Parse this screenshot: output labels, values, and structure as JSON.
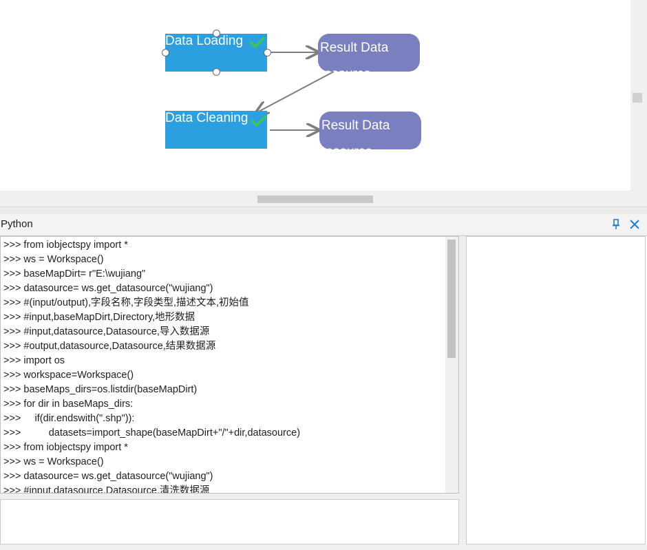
{
  "workflow": {
    "nodes": [
      {
        "id": "loading",
        "label": "Data Loading",
        "kind": "process",
        "status": "check"
      },
      {
        "id": "result1",
        "label": "Result Data resource",
        "kind": "result"
      },
      {
        "id": "cleaning",
        "label": "Data Cleaning",
        "kind": "process",
        "status": "check"
      },
      {
        "id": "result2",
        "label": "Result Data resource",
        "kind": "result"
      }
    ],
    "colors": {
      "process": "#2b9fdf",
      "result": "#7a7fbf",
      "check": "#3cc45c",
      "connector": "#7d7d7d"
    }
  },
  "python_panel": {
    "title": "Python",
    "pin_icon": "pin-icon",
    "close_icon": "close-icon",
    "prompt": ">>>",
    "lines": [
      ">>> from iobjectspy import *",
      ">>> ws = Workspace()",
      ">>> baseMapDirt= r\"E:\\wujiang\"",
      ">>> datasource= ws.get_datasource(\"wujiang\")",
      ">>> #(input/output),字段名称,字段类型,描述文本,初始值",
      ">>> #input,baseMapDirt,Directory,地形数据",
      ">>> #input,datasource,Datasource,导入数据源",
      ">>> #output,datasource,Datasource,结果数据源",
      ">>> import os",
      ">>> workspace=Workspace()",
      ">>> baseMaps_dirs=os.listdir(baseMapDirt)",
      ">>> for dir in baseMaps_dirs:",
      ">>>     if(dir.endswith(\".shp\")):",
      ">>>          datasets=import_shape(baseMapDirt+\"/\"+dir,datasource)",
      ">>> from iobjectspy import *",
      ">>> ws = Workspace()",
      ">>> datasource= ws.get_datasource(\"wujiang\")",
      ">>> #input,datasource,Datasource,清洗数据源"
    ]
  }
}
